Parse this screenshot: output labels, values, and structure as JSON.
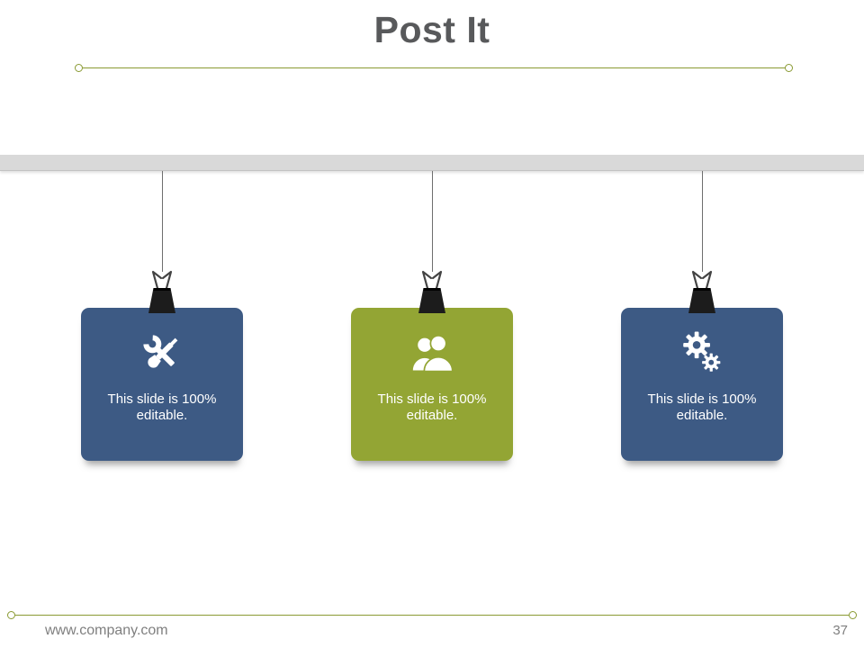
{
  "title": "Post It",
  "cards": [
    {
      "icon": "tools-icon",
      "text": "This slide is 100% editable.",
      "color": "#3d5a84"
    },
    {
      "icon": "people-icon",
      "text": "This slide is 100% editable.",
      "color": "#93a534"
    },
    {
      "icon": "gears-icon",
      "text": "This slide is 100% editable.",
      "color": "#3d5a84"
    }
  ],
  "footer": {
    "website": "www.company.com",
    "page_number": "37"
  },
  "colors": {
    "accent_line": "#8a9a33",
    "card_blue": "#3d5a84",
    "card_green": "#93a534",
    "title_text": "#58595b",
    "hanging_bar": "#d9d9d9",
    "footer_text": "#7f7f7f"
  }
}
